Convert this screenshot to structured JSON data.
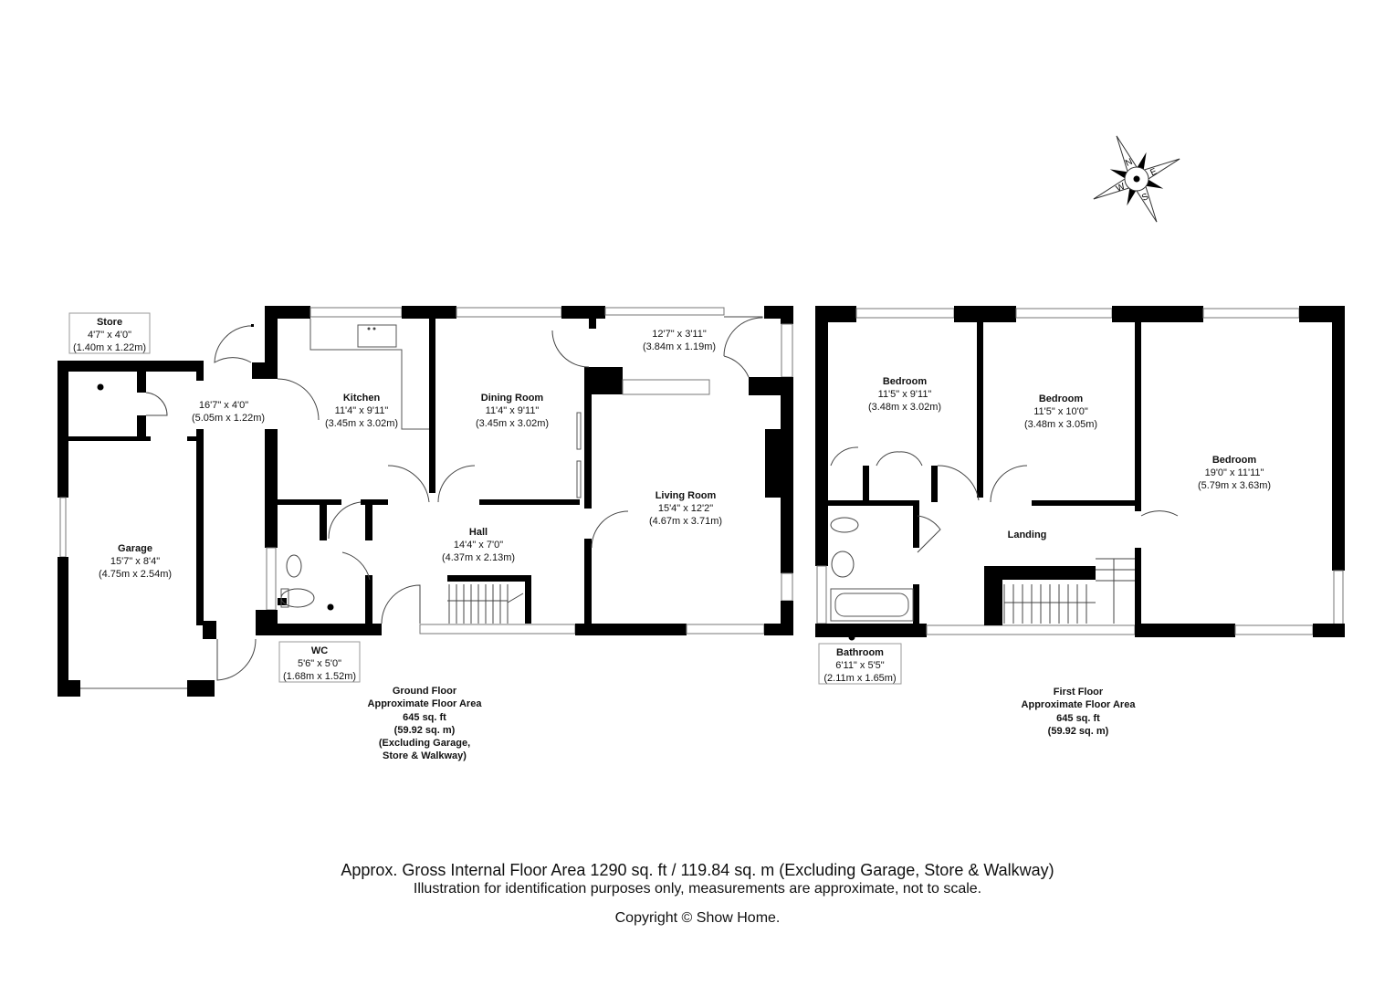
{
  "compass": {
    "n": "N",
    "e": "E",
    "s": "S",
    "w": "W"
  },
  "rooms": {
    "store": {
      "name": "Store",
      "dim_imp": "4'7\" x 4'0\"",
      "dim_met": "(1.40m x 1.22m)"
    },
    "walkway": {
      "dim_imp": "16'7\" x 4'0\"",
      "dim_met": "(5.05m x 1.22m)"
    },
    "garage": {
      "name": "Garage",
      "dim_imp": "15'7\" x 8'4\"",
      "dim_met": "(4.75m x 2.54m)"
    },
    "kitchen": {
      "name": "Kitchen",
      "dim_imp": "11'4\" x 9'11\"",
      "dim_met": "(3.45m x 3.02m)"
    },
    "dining": {
      "name": "Dining Room",
      "dim_imp": "11'4\" x 9'11\"",
      "dim_met": "(3.45m x 3.02m)"
    },
    "porch": {
      "dim_imp": "12'7\" x 3'11\"",
      "dim_met": "(3.84m x 1.19m)"
    },
    "living": {
      "name": "Living Room",
      "dim_imp": "15'4\" x 12'2\"",
      "dim_met": "(4.67m x 3.71m)"
    },
    "hall": {
      "name": "Hall",
      "dim_imp": "14'4\" x 7'0\"",
      "dim_met": "(4.37m x 2.13m)"
    },
    "wc": {
      "name": "WC",
      "dim_imp": "5'6\" x 5'0\"",
      "dim_met": "(1.68m x 1.52m)"
    },
    "bed1": {
      "name": "Bedroom",
      "dim_imp": "11'5\" x 9'11\"",
      "dim_met": "(3.48m x 3.02m)"
    },
    "bed2": {
      "name": "Bedroom",
      "dim_imp": "11'5\" x 10'0\"",
      "dim_met": "(3.48m x 3.05m)"
    },
    "bed3": {
      "name": "Bedroom",
      "dim_imp": "19'0\" x 11'11\"",
      "dim_met": "(5.79m x 3.63m)"
    },
    "landing": {
      "name": "Landing"
    },
    "bathroom": {
      "name": "Bathroom",
      "dim_imp": "6'11\" x 5'5\"",
      "dim_met": "(2.11m x 1.65m)"
    }
  },
  "ground_floor": {
    "line1": "Ground Floor",
    "line2": "Approximate Floor Area",
    "line3": "645 sq. ft",
    "line4": "(59.92 sq. m)",
    "line5": "(Excluding Garage,",
    "line6": "Store & Walkway)"
  },
  "first_floor": {
    "line1": "First Floor",
    "line2": "Approximate Floor Area",
    "line3": "645 sq. ft",
    "line4": "(59.92 sq. m)"
  },
  "footer": {
    "gross_area": "Approx. Gross Internal Floor Area 1290 sq. ft / 119.84 sq. m (Excluding Garage, Store & Walkway)",
    "disclaimer": "Illustration for identification purposes only, measurements are approximate, not to scale.",
    "copyright": "Copyright © Show Home."
  }
}
